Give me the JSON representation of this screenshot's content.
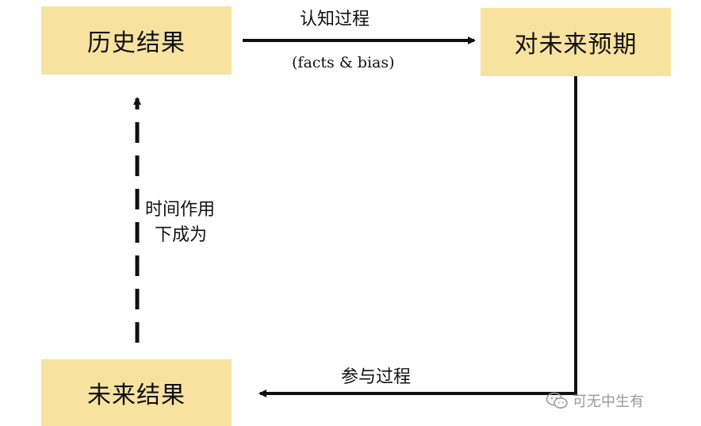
{
  "boxes": {
    "history": "历史结果",
    "expectation": "对未来预期",
    "future": "未来结果"
  },
  "edges": {
    "cognition_label": "认知过程",
    "cognition_sub": "(facts & bias)",
    "time_line1": "时间作用",
    "time_line2": "下成为",
    "participate_label": "参与过程"
  },
  "watermark": {
    "icon": "wechat-icon",
    "text": "可无中生有"
  },
  "colors": {
    "box_fill": "#F8E2A0",
    "arrow": "#111111",
    "watermark": "#9a9a9a"
  }
}
